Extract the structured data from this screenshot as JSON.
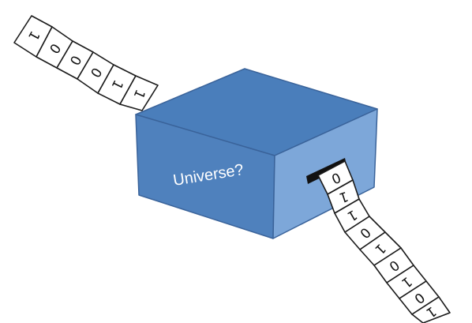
{
  "box": {
    "label": "Universe?",
    "colors": {
      "front": "#4f81bd",
      "top": "#4a7ebb",
      "side": "#7da7d9",
      "edge": "#3a639a",
      "slot": "#111111"
    }
  },
  "input_tape": {
    "digits": [
      "1",
      "0",
      "0",
      "0",
      "1",
      "1"
    ]
  },
  "output_tape": {
    "digits": [
      "0",
      "1",
      "1",
      "0",
      "1",
      "0",
      "1",
      "0",
      "1"
    ]
  }
}
